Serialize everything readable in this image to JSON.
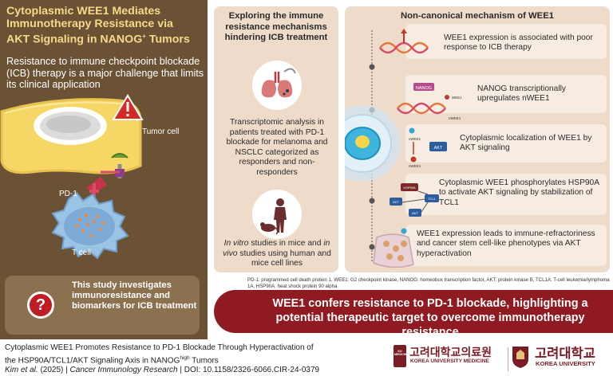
{
  "left": {
    "title_line1": "Cytoplasmic WEE1 Mediates",
    "title_line2": "Immunotherapy Resistance via",
    "title_line3_pre": "AKT Signaling in NANOG",
    "title_line3_sup": "+",
    "title_line3_post": " Tumors",
    "intro": "Resistance to immune checkpoint blockade (ICB) therapy is a major challenge that limits its clinical application",
    "tumor_label": "Tumor cell",
    "pd1_label": "PD-1",
    "tcell_label": "T cell",
    "study_text": "This study investigates immunoresistance and biomarkers for ICB treatment",
    "study_icon": "?"
  },
  "middle": {
    "title": "Exploring the immune resistance mechanisms hindering ICB treatment",
    "text1": "Transcriptomic analysis in patients treated with PD-1 blockade for melanoma and NSCLC categorized as responders and non-responders",
    "text2_italic1": "In vitro",
    "text2_mid": " studies in mice and ",
    "text2_italic2": "in vivo",
    "text2_end": " studies using human and mice cell lines"
  },
  "right": {
    "title": "Non-canonical mechanism of WEE1",
    "items": [
      "WEE1 expression is associated with poor response to ICB therapy",
      "NANOG transcriptionally upregulates nWEE1",
      "Cytoplasmic localization of WEE1 by AKT signaling",
      "Cytoplasmic WEE1 phosphorylates HSP90A to activate AKT signaling by stabilization of TCL1",
      "WEE1 expression leads to immune-refractoriness and cancer stem cell-like phenotypes via AKT hyperactivation"
    ],
    "diagram_labels": {
      "nanog": "NANOG",
      "wee1": "WEE1",
      "nwee1": "nWEE1",
      "cwee1": "cWEE1",
      "akt": "AKT",
      "hsp90a": "HSP90A",
      "tcl1": "TCL1"
    }
  },
  "footnote": "PD-1: programmed cell death protein 1, WEE1: G2 checkpoint kinase, NANOG: homeobox transcription factor, AKT: protein kinase B, TCL1A: T-cell leukemia/lymphoma 1A, HSP90A: heat shock protein 90 alpha",
  "banner": "WEE1 confers resistance to PD-1 blockade, highlighting a potential therapeutic target to overcome immunotherapy resistance",
  "citation": {
    "line1": "Cytoplasmic WEE1 Promotes Resistance to PD-1 Blockade Through Hyperactivation of",
    "line2_pre": "the HSP90A/TCL1/AKT Signaling Axis in NANOG",
    "line2_sup": "high",
    "line2_post": " Tumors",
    "authors_italic": "Kim et al.",
    "authors_rest": " (2025) | ",
    "journal": "Cancer Immunology Research",
    "doi": " | DOI: 10.1158/2326-6066.CIR-24-0379"
  },
  "logos": {
    "med_badge": "KU MEDICINE",
    "med_korean": "고려대학교의료원",
    "med_english": "KOREA UNIVERSITY MEDICINE",
    "ku_korean": "고려대학교",
    "ku_english": "KOREA UNIVERSITY"
  },
  "colors": {
    "left_bg": "#6b5235",
    "title_gold": "#f7d98a",
    "panel_bg": "#efdbc9",
    "banner_red": "#8f1a21",
    "logo_red": "#7a1c24"
  }
}
